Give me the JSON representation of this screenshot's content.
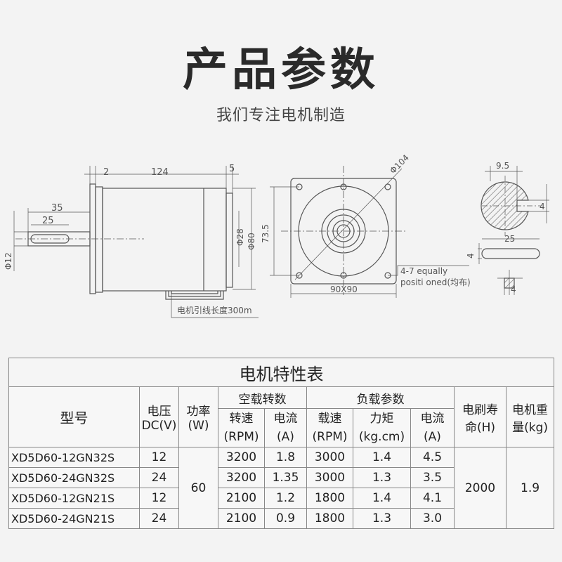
{
  "header": {
    "title": "产品参数",
    "subtitle": "我们专注电机制造"
  },
  "drawing": {
    "side_view": {
      "dim_2": "2",
      "dim_124": "124",
      "dim_5": "5",
      "dim_35": "35",
      "dim_25": "25",
      "dim_phi12": "Φ12",
      "dim_phi28": "Φ28",
      "dim_phi80": "Φ80",
      "lead_note": "电机引线长度300m"
    },
    "front_view": {
      "dim_phi104": "Φ104",
      "dim_73_5": "73.5",
      "dim_90x90": "90X90",
      "holes_note_1": "4-7 equally",
      "holes_note_2": "positi oned(均布)"
    },
    "shaft_detail": {
      "dim_9_5": "9.5",
      "dim_4_key": "4",
      "dim_25": "25",
      "dim_4_side": "4",
      "dim_4_bottom": "4"
    }
  },
  "table": {
    "caption": "电机特性表",
    "headers": {
      "model": "型号",
      "voltage_1": "电压",
      "voltage_2": "DC(V)",
      "power_1": "功率",
      "power_2": "(W)",
      "no_load": "空载转数",
      "load": "负载参数",
      "brush_life_1": "电刷寿",
      "brush_life_2": "命(H)",
      "weight_1": "电机重",
      "weight_2": "量(kg)",
      "nl_speed_1": "转速",
      "nl_speed_2": "(RPM)",
      "nl_current_1": "电流",
      "nl_current_2": "(A)",
      "l_speed_1": "载速",
      "l_speed_2": "(RPM)",
      "l_torque_1": "力矩",
      "l_torque_2": "(kg.cm)",
      "l_current_1": "电流",
      "l_current_2": "(A)"
    },
    "shared": {
      "power": "60",
      "brush_life": "2000",
      "weight": "1.9"
    },
    "rows": [
      {
        "model": "XD5D60-12GN32S",
        "voltage": "12",
        "nl_speed": "3200",
        "nl_current": "1.8",
        "l_speed": "3000",
        "torque": "1.4",
        "l_current": "4.5"
      },
      {
        "model": "XD5D60-24GN32S",
        "voltage": "24",
        "nl_speed": "3200",
        "nl_current": "1.35",
        "l_speed": "3000",
        "torque": "1.3",
        "l_current": "3.5"
      },
      {
        "model": "XD5D60-12GN21S",
        "voltage": "12",
        "nl_speed": "2100",
        "nl_current": "1.2",
        "l_speed": "1800",
        "torque": "1.4",
        "l_current": "4.1"
      },
      {
        "model": "XD5D60-24GN21S",
        "voltage": "24",
        "nl_speed": "2100",
        "nl_current": "0.9",
        "l_speed": "1800",
        "torque": "1.3",
        "l_current": "3.0"
      }
    ]
  }
}
